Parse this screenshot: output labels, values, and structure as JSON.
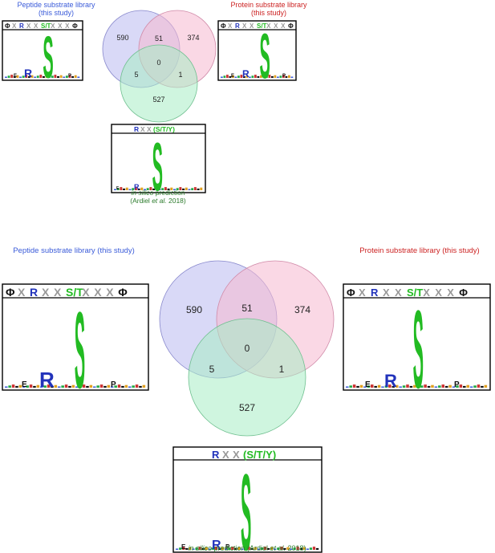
{
  "colors": {
    "peptide": "#3a5bd9",
    "protein": "#cc2222",
    "insilico": "#2a7a2a",
    "peptide_fill": "#b9b9f0",
    "protein_fill": "#f5b8cf",
    "insilico_fill": "#a8ecc4",
    "motif_blue": "#2233bb",
    "motif_green": "#22bb22",
    "motif_gray": "#999999"
  },
  "small_panel": {
    "peptide_label": [
      "Peptide substrate library",
      "(this study)"
    ],
    "protein_label": [
      "Protein substrate library",
      "(this study)"
    ],
    "insilico_label": [
      "in silico",
      " prediction",
      "(Ardiel ",
      "et al.",
      " 2018)"
    ],
    "venn_counts": {
      "peptide_only": "590",
      "peptide_protein": "51",
      "protein_only": "374",
      "all_three": "0",
      "peptide_insilico": "5",
      "protein_insilico": "1",
      "insilico_only": "527"
    }
  },
  "large_panel": {
    "peptide_label": "Peptide substrate library (this study)",
    "protein_label": "Protein substrate library (this study)",
    "insilico_label": [
      "in silico",
      " prediction (Ardiel ",
      "et al.",
      " 2018)"
    ],
    "venn_counts": {
      "peptide_only": "590",
      "peptide_protein": "51",
      "protein_only": "374",
      "all_three": "0",
      "peptide_insilico": "5",
      "protein_insilico": "1",
      "insilico_only": "527"
    }
  },
  "motifs": {
    "peptide": [
      "Φ",
      "X",
      "R",
      "X",
      "X",
      "S/T",
      "X",
      "X",
      "X",
      "Φ"
    ],
    "protein": [
      "Φ",
      "X",
      "R",
      "X",
      "X",
      "S/T",
      "X",
      "X",
      "X",
      "Φ"
    ],
    "insilico": [
      "R",
      "X",
      "X",
      "(S/T/Y)"
    ]
  }
}
